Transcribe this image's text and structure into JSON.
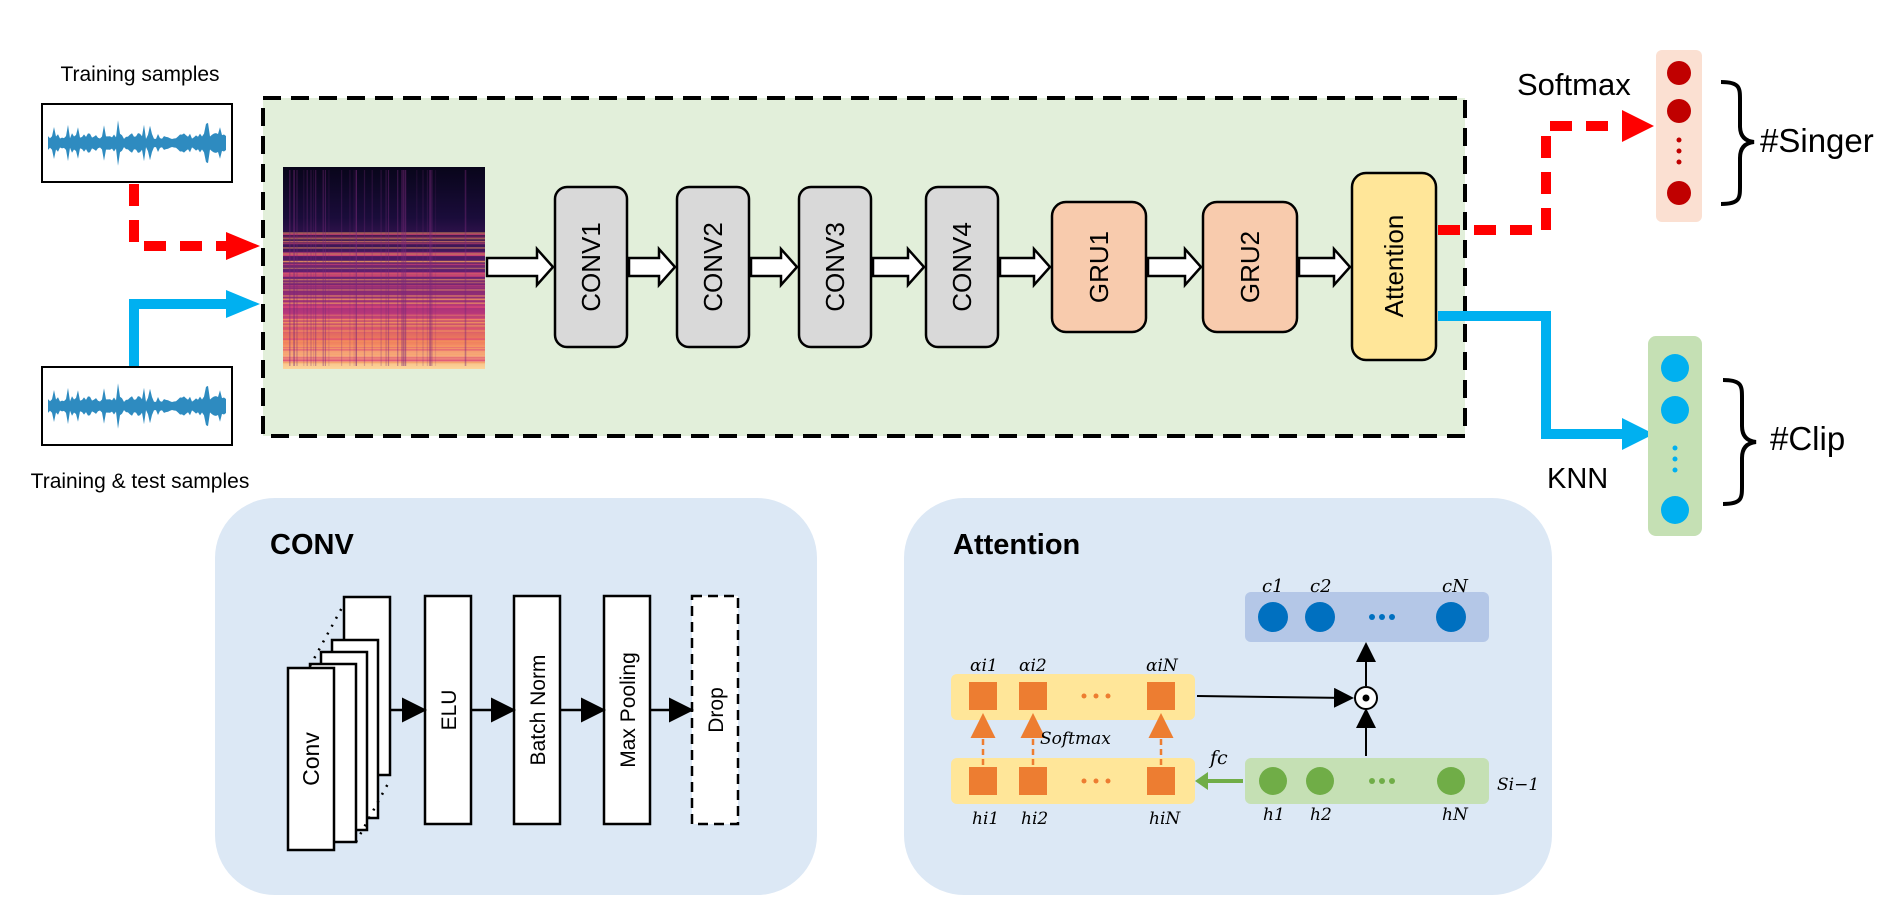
{
  "inputs": {
    "training_label": "Training samples",
    "test_label": "Training & test samples"
  },
  "pipeline": {
    "conv_blocks": [
      "CONV1",
      "CONV2",
      "CONV3",
      "CONV4"
    ],
    "gru_blocks": [
      "GRU1",
      "GRU2"
    ],
    "attention_label": "Attention"
  },
  "outputs": {
    "softmax_label": "Softmax",
    "singer_label": "#Singer",
    "knn_label": "KNN",
    "clip_label": "#Clip"
  },
  "conv_detail": {
    "title": "CONV",
    "layers": [
      "Conv",
      "ELU",
      "Batch Norm",
      "Max Pooling",
      "Drop"
    ]
  },
  "attention_detail": {
    "title": "Attention",
    "alpha_labels": [
      "αi1",
      "αi2",
      "αiN"
    ],
    "h_labels": [
      "hi1",
      "hi2",
      "hiN"
    ],
    "softmax_label": "Softmax",
    "fc_label": "fc",
    "c_labels": [
      "c1",
      "c2",
      "cN"
    ],
    "state_h_labels": [
      "h1",
      "h2",
      "hN"
    ],
    "state_label": "Si−1",
    "ellipsis": "•••"
  },
  "colors": {
    "training_arrow": "#ff0000",
    "test_arrow": "#00b0f0",
    "model_box_bg": "#e2efda",
    "conv_fill": "#d9d9d9",
    "gru_fill": "#f8cbad",
    "attention_fill": "#ffe699",
    "panel_bg": "#dce8f5",
    "waveform": "#2e8bc0",
    "orange": "#ed7d31",
    "green": "#70ad47",
    "blue_dot": "#0070c0",
    "singer_dot": "#c00000",
    "clip_dot": "#00b0f0"
  }
}
